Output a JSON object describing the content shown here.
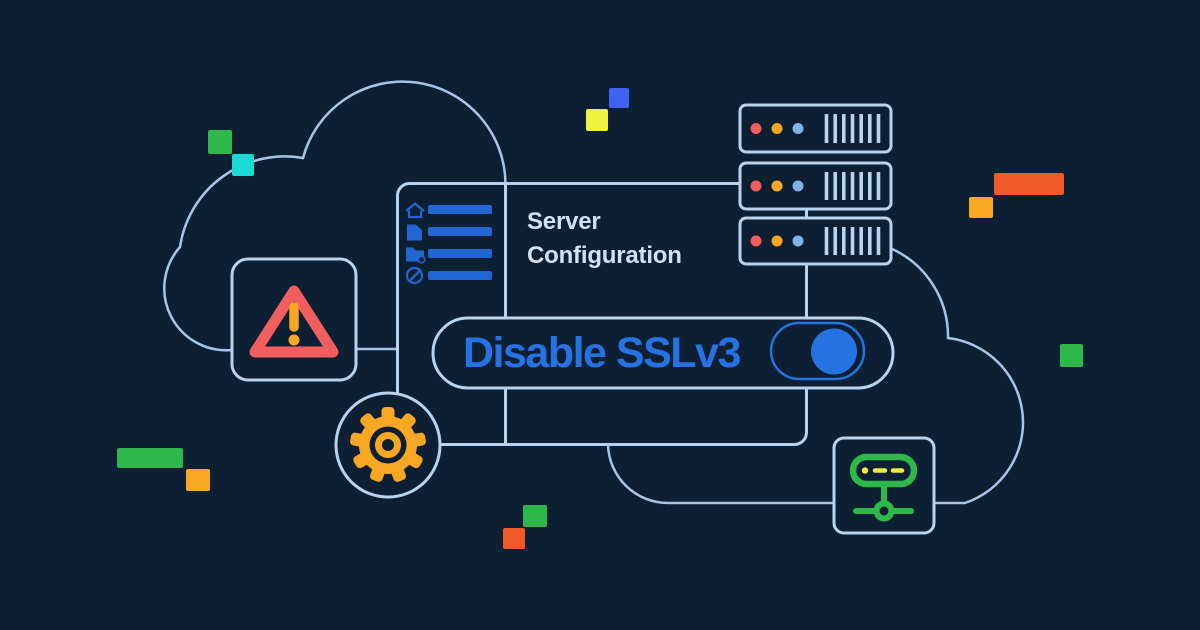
{
  "colors": {
    "bg": "#0d1f33",
    "outline": "#b7d3ee",
    "cloud": "#a7c6e6",
    "accent": "#2573e2",
    "menu-blue": "#2166d2",
    "title": "#cfe2f5",
    "red": "#f15e5e",
    "amber": "#f8a722",
    "green": "#2eb84a",
    "dash-yellow": "#f0e93c",
    "cyan": "#1adbd4",
    "royal": "#3f63f0",
    "yellow": "#eef23f",
    "orange": "#f05a28",
    "led-blue": "#7fb3ea"
  },
  "panel": {
    "title_line1": "Server",
    "title_line2": "Configuration",
    "menu_items": [
      {
        "icon": "home-icon"
      },
      {
        "icon": "file-icon"
      },
      {
        "icon": "folder-icon"
      },
      {
        "icon": "settings-icon"
      }
    ]
  },
  "setting": {
    "label": "Disable SSLv3",
    "toggle_state": "on"
  },
  "decor": {
    "icons": [
      "warning-triangle-icon",
      "gear-icon",
      "network-server-icon"
    ],
    "server_rack_units": 3,
    "leds_per_unit": [
      "red",
      "amber",
      "blue"
    ]
  }
}
